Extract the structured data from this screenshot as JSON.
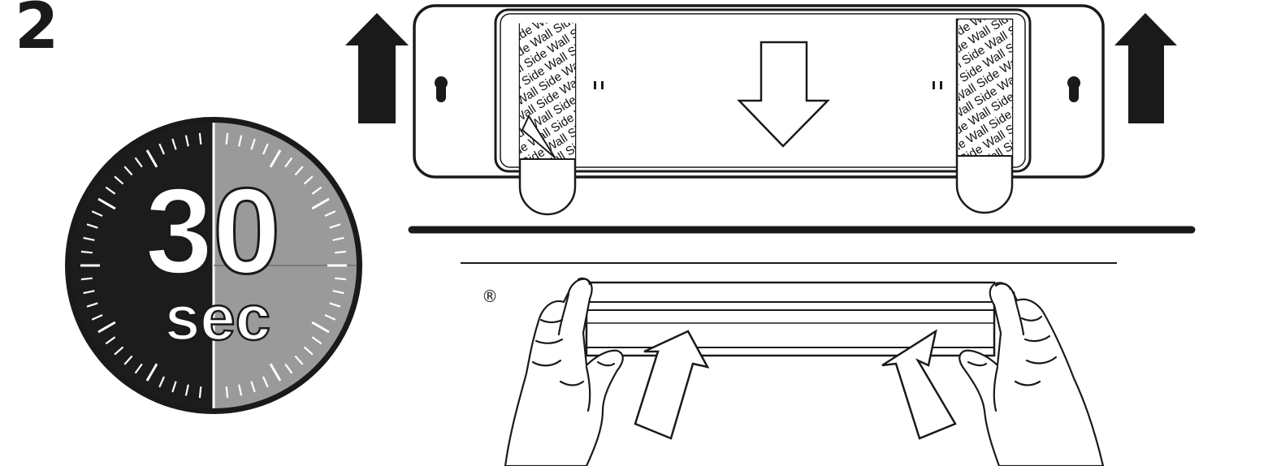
{
  "step": {
    "number": "2"
  },
  "timer": {
    "value": "30",
    "unit": "sec"
  },
  "tape": {
    "text": "Wall Side Wall Side Wall Side"
  },
  "reg_mark": "®",
  "colors": {
    "ink": "#1a1a1a",
    "timer_dark": "#1c1c1c",
    "timer_light": "#9a9a9a",
    "paper": "#ffffff"
  },
  "icons": [
    "up-arrow-icon",
    "down-arrow-icon",
    "keyhole-icon",
    "press-arrow-icon",
    "hand-icon",
    "stopwatch-icon"
  ]
}
